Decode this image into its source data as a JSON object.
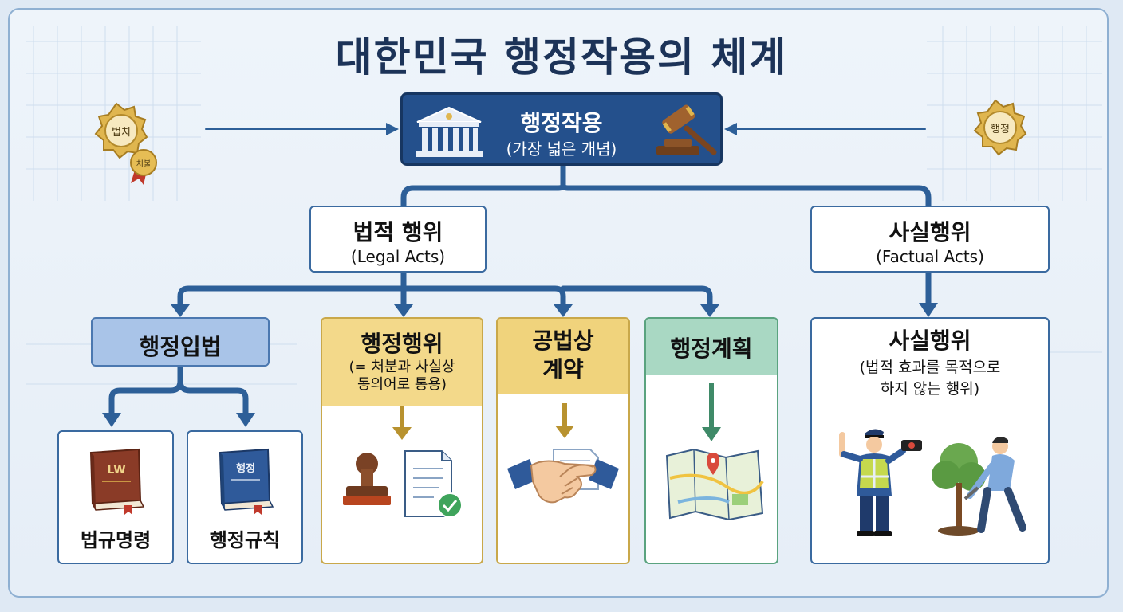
{
  "title": "대한민국 행정작용의 체계",
  "top": {
    "label": "행정작용",
    "sub": "(가장 넓은 개념)"
  },
  "legal": {
    "label": "법적 행위",
    "sub": "(Legal Acts)"
  },
  "factual": {
    "label": "사실행위",
    "sub": "(Factual Acts)"
  },
  "categories": {
    "legislation": {
      "label": "행정입법"
    },
    "admin_act": {
      "label": "행정행위",
      "sub_line1": "(= 처분과 사실상",
      "sub_line2": "동의어로 통용)"
    },
    "contract": {
      "label_line1": "공법상",
      "label_line2": "계약"
    },
    "plan": {
      "label": "행정계획"
    },
    "factual_detail": {
      "label": "사실행위",
      "sub_line1": "(법적 효과를 목적으로",
      "sub_line2": "하지 않는 행위)"
    }
  },
  "leaves": {
    "decree": {
      "label": "법규명령",
      "book_text": "LW"
    },
    "rule": {
      "label": "행정규칙",
      "book_text": "행정"
    }
  },
  "emblems": {
    "left_seal": "법치",
    "left_medal": "처불",
    "right_seal": "행정"
  },
  "colors": {
    "navy": "#24508c",
    "legislation_header": "#a9c4e8",
    "admin_act_header": "#f3d98a",
    "contract_header": "#f0d37c",
    "plan_header": "#a9d8c3",
    "gold_border": "#c9a84a",
    "green_border": "#5aa37f",
    "arrow_gold": "#b8922f",
    "arrow_green": "#3f8a68"
  }
}
